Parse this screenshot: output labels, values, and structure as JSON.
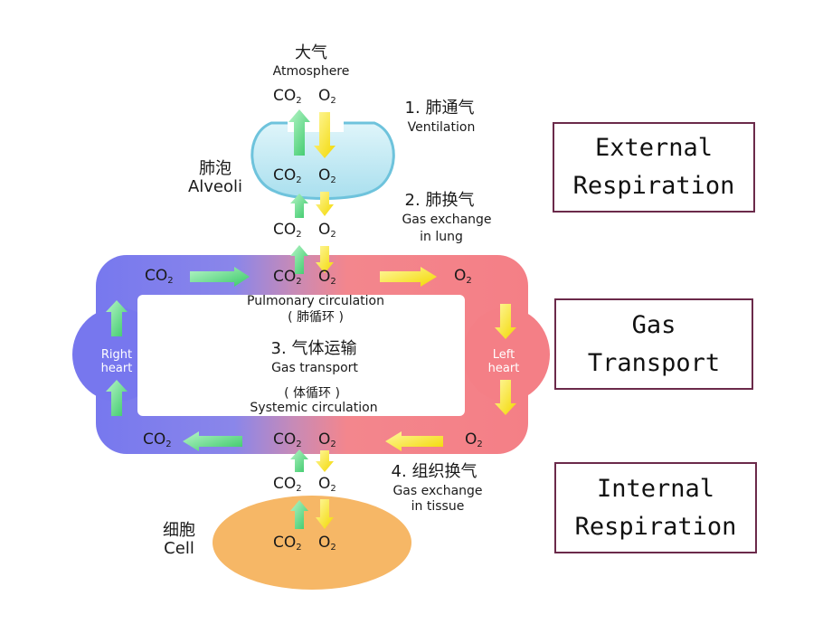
{
  "atmosphere": {
    "zh": "大气",
    "en": "Atmosphere"
  },
  "alveoli": {
    "zh": "肺泡",
    "en": "Alveoli"
  },
  "cell": {
    "zh": "细胞",
    "en": "Cell"
  },
  "gas": {
    "co2_base": "CO",
    "co2_sub": "2",
    "o2_base": "O",
    "o2_sub": "2"
  },
  "steps": {
    "ventilation": {
      "zh": "1. 肺通气",
      "en": "Ventilation"
    },
    "lung_exchange": {
      "zh": "2. 肺换气",
      "en1": "Gas exchange",
      "en2": "in lung"
    },
    "transport": {
      "zh": "3. 气体运输",
      "en": "Gas transport"
    },
    "tissue_exchange": {
      "zh": "4. 组织换气",
      "en1": "Gas exchange",
      "en2": "in tissue"
    }
  },
  "pulmonary": {
    "en": "Pulmonary circulation",
    "zh": "( 肺循环 )"
  },
  "systemic": {
    "zh": "( 体循环 )",
    "en": "Systemic circulation"
  },
  "right_heart": {
    "line1": "Right",
    "line2": "heart"
  },
  "left_heart": {
    "line1": "Left",
    "line2": "heart"
  },
  "categories": {
    "external": {
      "line1": "External",
      "line2": "Respiration"
    },
    "transport": {
      "line1": "Gas",
      "line2": "Transport"
    },
    "internal": {
      "line1": "Internal",
      "line2": "Respiration"
    }
  },
  "colors": {
    "co2_arrow": "#5fe08a",
    "o2_arrow": "#ffee22",
    "venous": "#7d7ef0",
    "arterial": "#f47f86",
    "cell": "#f6b766",
    "alveoli": "#bfe9f2",
    "box_border": "#6b2a4a"
  }
}
